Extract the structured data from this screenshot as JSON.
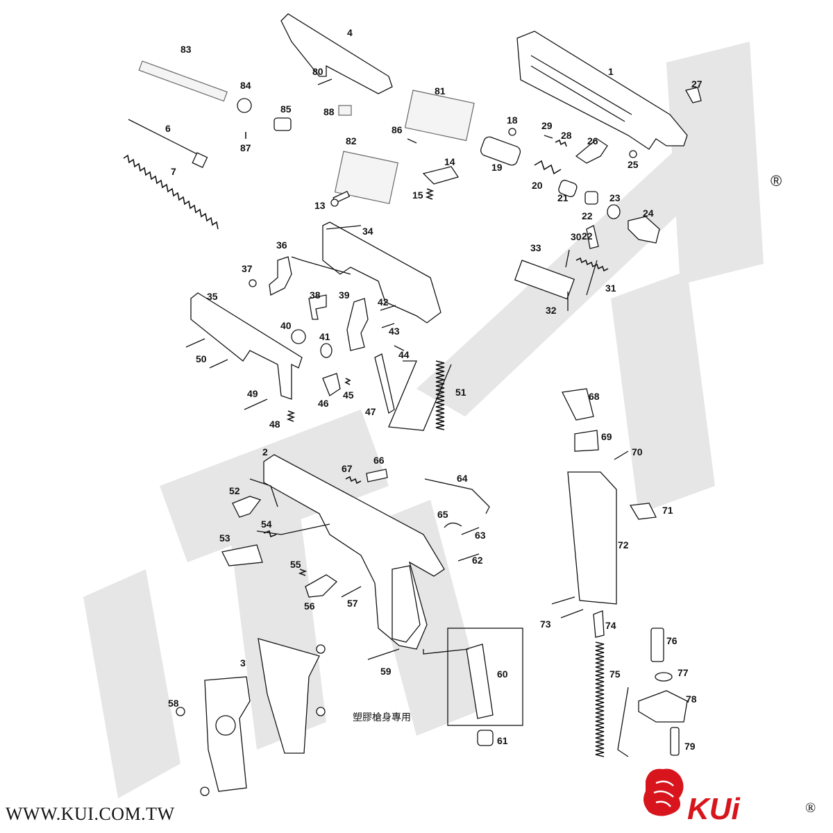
{
  "trademark": "®",
  "footer": {
    "url": "WWW.KUI.COM.TW"
  },
  "brand": {
    "name": "KUi",
    "trademark": "®",
    "color": "#d8141c"
  },
  "watermark": {
    "text": "KUi",
    "color": "#e6e6e6"
  },
  "note": "塑膠槍身專用",
  "labels": {
    "p1": "1",
    "p2": "2",
    "p3": "3",
    "p4": "4",
    "p6": "6",
    "p7": "7",
    "p13": "13",
    "p14": "14",
    "p15": "15",
    "p18": "18",
    "p19": "19",
    "p20": "20",
    "p21": "21",
    "p22a": "22",
    "p22b": "22",
    "p23": "23",
    "p24": "24",
    "p25": "25",
    "p26": "26",
    "p27": "27",
    "p28": "28",
    "p29": "29",
    "p30": "30",
    "p31": "31",
    "p32": "32",
    "p33": "33",
    "p34": "34",
    "p35": "35",
    "p36": "36",
    "p37": "37",
    "p38": "38",
    "p39": "39",
    "p40": "40",
    "p41": "41",
    "p42": "42",
    "p43": "43",
    "p44": "44",
    "p45": "45",
    "p46": "46",
    "p47": "47",
    "p48": "48",
    "p49": "49",
    "p50": "50",
    "p51": "51",
    "p52": "52",
    "p53": "53",
    "p54": "54",
    "p55": "55",
    "p56": "56",
    "p57": "57",
    "p58": "58",
    "p59": "59",
    "p60": "60",
    "p61": "61",
    "p62": "62",
    "p63": "63",
    "p64": "64",
    "p65": "65",
    "p66": "66",
    "p67": "67",
    "p68": "68",
    "p69": "69",
    "p70": "70",
    "p71": "71",
    "p72": "72",
    "p73": "73",
    "p74": "74",
    "p75": "75",
    "p76": "76",
    "p77": "77",
    "p78": "78",
    "p79": "79",
    "p80": "80",
    "p81": "81",
    "p82": "82",
    "p83": "83",
    "p84": "84",
    "p85": "85",
    "p86": "86",
    "p87": "87",
    "p88": "88"
  }
}
